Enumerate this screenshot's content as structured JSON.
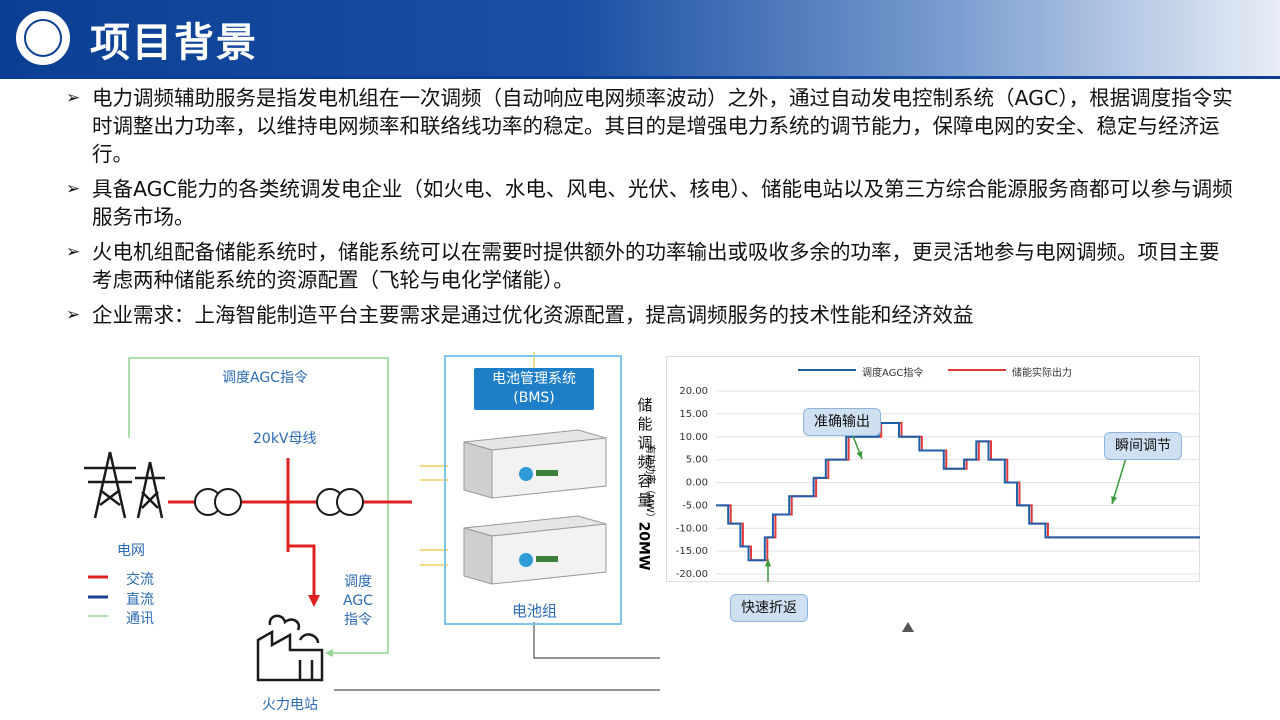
{
  "header": {
    "title": "项目背景"
  },
  "bullets": [
    "电力调频辅助服务是指发电机组在一次调频（自动响应电网频率波动）之外，通过自动发电控制系统（AGC），根据调度指令实时调整出力功率，以维持电网频率和联络线功率的稳定。其目的是增强电力系统的调节能力，保障电网的安全、稳定与经济运行。",
    "具备AGC能力的各类统调发电企业（如火电、水电、风电、光伏、核电）、储能电站以及第三方综合能源服务商都可以参与调频服务市场。",
    "火电机组配备储能系统时，储能系统可以在需要时提供额外的功率输出或吸收多余的功率，更灵活地参与电网调频。项目主要考虑两种储能系统的资源配置（飞轮与电化学储能）。",
    "企业需求：上海智能制造平台主要需求是通过优化资源配置，提高调频服务的技术性能和经济效益"
  ],
  "diagram": {
    "agc_top_label": "调度AGC指令",
    "bus_label": "20kV母线",
    "grid_label": "电网",
    "legend_ac": "交流",
    "legend_dc": "直流",
    "legend_comm": "通讯",
    "dispatch_label": "调度\nAGC\n指令",
    "plant_label": "火力电站",
    "bms_line1": "电池管理系统",
    "bms_line2": "(BMS)",
    "battery_label": "电池组",
    "storage_capacity_label": "储能调频容量",
    "storage_capacity_value": "20MW",
    "y_axis_unit": "有功功率（MW）",
    "colors": {
      "ac": "#e02020",
      "dc": "#1a3f8f",
      "comm": "#8fd68f"
    }
  },
  "chart_data": {
    "type": "line",
    "series": [
      {
        "name": "调度AGC指令",
        "color": "#1f5fa8"
      },
      {
        "name": "储能实际出力",
        "color": "#e03a3a"
      }
    ],
    "y_ticks": [
      "20.00",
      "15.00",
      "10.00",
      "5.00",
      "0.00",
      "-5.00",
      "-10.00",
      "-15.00",
      "-20.00"
    ],
    "ylim": [
      -20,
      20
    ],
    "x": [
      0,
      1,
      2,
      3,
      4,
      5,
      6,
      7,
      8,
      9,
      10,
      11,
      12,
      13,
      14,
      15,
      16,
      17,
      18,
      19,
      20,
      21,
      22,
      23,
      24,
      25,
      26,
      27,
      28,
      29,
      30,
      31,
      32,
      33,
      34,
      35,
      36,
      37,
      38,
      39,
      40,
      41,
      42,
      43,
      44,
      45,
      46,
      47,
      48,
      49,
      50,
      51,
      52,
      53,
      54,
      55,
      56,
      57,
      58,
      59,
      60,
      61,
      62,
      63,
      64,
      65,
      66,
      67,
      68,
      69,
      70,
      71,
      72,
      73,
      74,
      75,
      76,
      77,
      78,
      79,
      80,
      81,
      82,
      83,
      84,
      85,
      86,
      87,
      88,
      89,
      90,
      91,
      92,
      93,
      94,
      95,
      96,
      97,
      98,
      99,
      100,
      101,
      102,
      103,
      104,
      105,
      106,
      107,
      108,
      109,
      110,
      111,
      112,
      113,
      114,
      115,
      116,
      117,
      118,
      119
    ],
    "agc": [
      -5,
      -5,
      -5,
      -9,
      -9,
      -9,
      -14,
      -14,
      -17,
      -17,
      -17,
      -17,
      -12,
      -12,
      -7,
      -7,
      -7,
      -7,
      -3,
      -3,
      -3,
      -3,
      -3,
      -3,
      1,
      1,
      1,
      5,
      5,
      5,
      5,
      5,
      10,
      10,
      10,
      10,
      10,
      10,
      10,
      10,
      13,
      13,
      13,
      13,
      13,
      10,
      10,
      10,
      10,
      10,
      7,
      7,
      7,
      7,
      7,
      7,
      3,
      3,
      3,
      3,
      3,
      5,
      5,
      5,
      9,
      9,
      9,
      5,
      5,
      5,
      5,
      0,
      0,
      0,
      -5,
      -5,
      -5,
      -9,
      -9,
      -9,
      -9,
      -12,
      -12,
      -12,
      -12,
      -12,
      -12,
      -12,
      -12,
      -12,
      -12,
      -12,
      -12,
      -12,
      -12,
      -12,
      -12,
      -12,
      -12,
      -12,
      -12,
      -12,
      -12,
      -12,
      -12,
      -12,
      -12,
      -12,
      -12,
      -12,
      -12,
      -12,
      -12,
      -12,
      -12,
      -12,
      -12,
      -12,
      -12,
      -12
    ],
    "annotations": [
      "准确输出",
      "瞬间调节",
      "快速折返"
    ]
  }
}
